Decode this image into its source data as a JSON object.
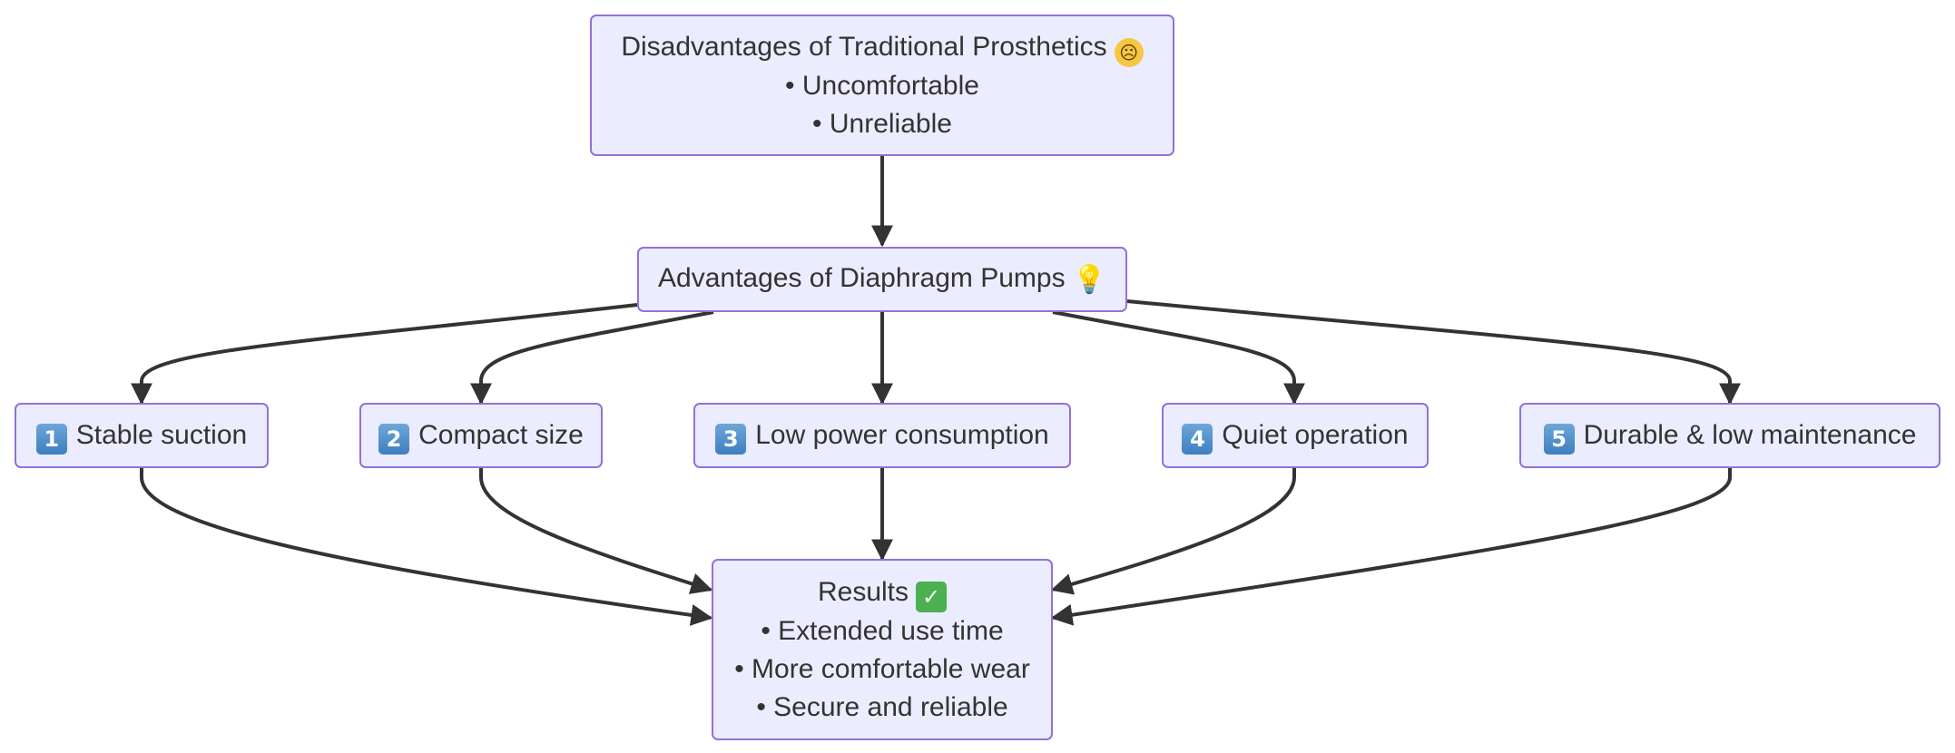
{
  "diagram": {
    "type": "flowchart",
    "colors": {
      "node_fill": "#ececff",
      "node_border": "#9370db",
      "text": "#333333",
      "edge": "#333333"
    },
    "top": {
      "title": "Disadvantages of Traditional Prosthetics",
      "icon": "worried-face-icon",
      "items": [
        "• Uncomfortable",
        "• Unreliable"
      ]
    },
    "middle": {
      "title": "Advantages of Diaphragm Pumps",
      "icon": "light-bulb-icon"
    },
    "advantages": [
      {
        "number": "1",
        "label": "Stable suction"
      },
      {
        "number": "2",
        "label": "Compact size"
      },
      {
        "number": "3",
        "label": "Low power consumption"
      },
      {
        "number": "4",
        "label": "Quiet operation"
      },
      {
        "number": "5",
        "label": "Durable & low maintenance"
      }
    ],
    "results": {
      "title": "Results",
      "icon": "check-mark-icon",
      "items": [
        "• Extended use time",
        "• More comfortable wear",
        "• Secure and reliable"
      ]
    }
  }
}
